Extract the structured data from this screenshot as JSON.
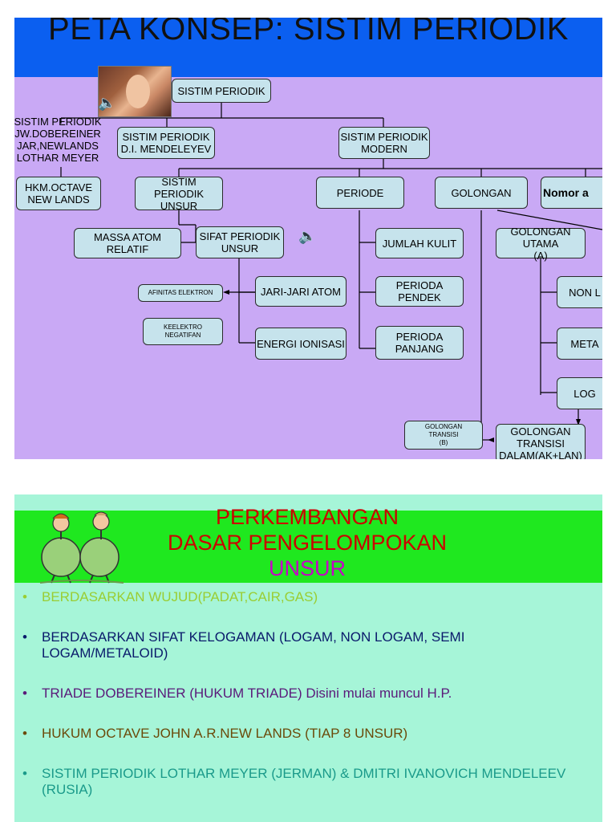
{
  "slide1": {
    "title": "PETA KONSEP: SISTIM PERIODIK",
    "nodes": {
      "root": "SISTIM PERIODIK",
      "early": "SISTIM PERIODIK\nJW.DOBEREINER\nJAR,NEWLANDS\nLOTHAR MEYER",
      "mendeleyev": "SISTIM PERIODIK\nD.I. MENDELEYEV",
      "modern": "SISTIM PERIODIK\nMODERN",
      "octave": "HKM.OCTAVE\nNEW LANDS",
      "unsur": "SISTIM PERIODIK\nUNSUR",
      "periode": "PERIODE",
      "golongan": "GOLONGAN",
      "nomor": "Nomor a",
      "massa": "MASSA ATOM RELATIF",
      "sifat": "SIFAT PERIODIK\nUNSUR",
      "jumlah_kulit": "JUMLAH KULIT",
      "gol_utama": "GOLONGAN UTAMA\n(A)",
      "afinitas": "AFINITAS ELEKTRON",
      "jari": "JARI-JARI ATOM",
      "perioda_pendek": "PERIODA PENDEK",
      "non_logam": "NON L",
      "keelektro": "KEELEKTRO\nNEGATIFAN",
      "energi": "ENERGI IONISASI",
      "perioda_panjang": "PERIODA\nPANJANG",
      "meta": "META",
      "log": "LOG",
      "gol_transisi_b": "GOLONGAN\nTRANSISI\n(B)",
      "gol_transisi_dalam": "GOLONGAN\nTRANSISI\nDALAM(AK+LAN)"
    }
  },
  "slide2": {
    "title": [
      "PERKEMBANGAN",
      "DASAR PENGELOMPOKAN",
      "UNSUR"
    ],
    "bullets": [
      {
        "text": "BERDASARKAN WUJUD(PADAT,CAIR,GAS)",
        "color": "#9acd32"
      },
      {
        "text": "BERDASARKAN SIFAT KELOGAMAN (LOGAM, NON LOGAM, SEMI LOGAM/METALOID)",
        "color": "#0a1a6b"
      },
      {
        "text": "TRIADE DOBEREINER (HUKUM TRIADE) Disini mulai muncul H.P.",
        "color": "#5a1a7a"
      },
      {
        "text": "HUKUM OCTAVE JOHN A.R.NEW LANDS (TIAP 8 UNSUR)",
        "color": "#6b4a0a"
      },
      {
        "text": "SISTIM PERIODIK LOTHAR MEYER (JERMAN) & DMITRI IVANOVICH MENDELEEV (RUSIA)",
        "color": "#1a9a8a"
      }
    ]
  }
}
